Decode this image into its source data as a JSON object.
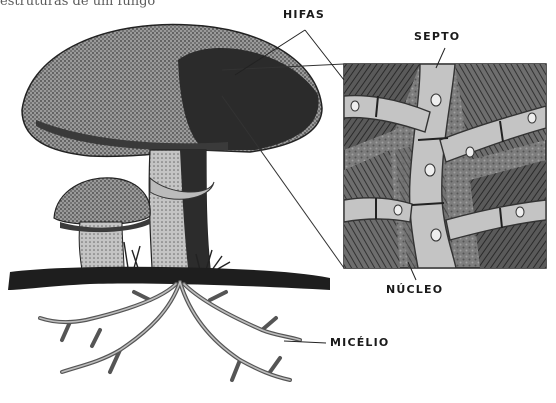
{
  "caption_fragment": "estruturas de um fungo",
  "labels": {
    "hifas": "Hifas",
    "septo": "Septo",
    "nucleo": "Núcleo",
    "micelio": "Micélio"
  },
  "colors": {
    "cap_dark": "#2e2e2e",
    "cap_mid": "#6b6b6b",
    "stipe": "#8a8a8a",
    "ground": "#1f1f1f",
    "panel_bg": "#7a7a7a",
    "hypha_light": "#c8c8c8",
    "hypha_dark": "#3a3a3a"
  }
}
